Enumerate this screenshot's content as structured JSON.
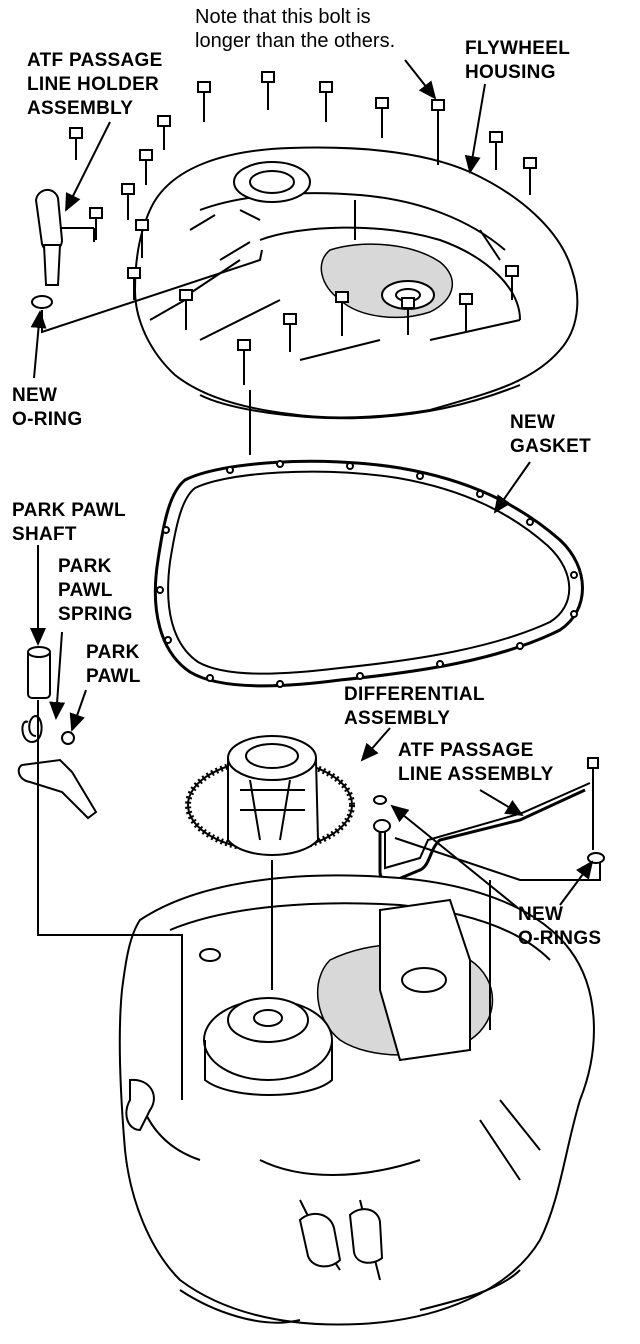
{
  "labels": {
    "note_line1": "Note that this bolt is",
    "note_line2": "longer than the others.",
    "flywheel_housing_line1": "FLYWHEEL",
    "flywheel_housing_line2": "HOUSING",
    "atf_passage_line_holder_line1": "ATF PASSAGE",
    "atf_passage_line_holder_line2": "LINE HOLDER",
    "atf_passage_line_holder_line3": "ASSEMBLY",
    "new_oring_line1": "NEW",
    "new_oring_line2": "O-RING",
    "new_gasket_line1": "NEW",
    "new_gasket_line2": "GASKET",
    "park_pawl_shaft_line1": "PARK PAWL",
    "park_pawl_shaft_line2": "SHAFT",
    "park_pawl_spring_line1": "PARK",
    "park_pawl_spring_line2": "PAWL",
    "park_pawl_spring_line3": "SPRING",
    "park_pawl_line1": "PARK",
    "park_pawl_line2": "PAWL",
    "differential_line1": "DIFFERENTIAL",
    "differential_line2": "ASSEMBLY",
    "atf_passage_line_line1": "ATF PASSAGE",
    "atf_passage_line_line2": "LINE ASSEMBLY",
    "new_orings_line1": "NEW",
    "new_orings_line2": "O-RINGS"
  }
}
